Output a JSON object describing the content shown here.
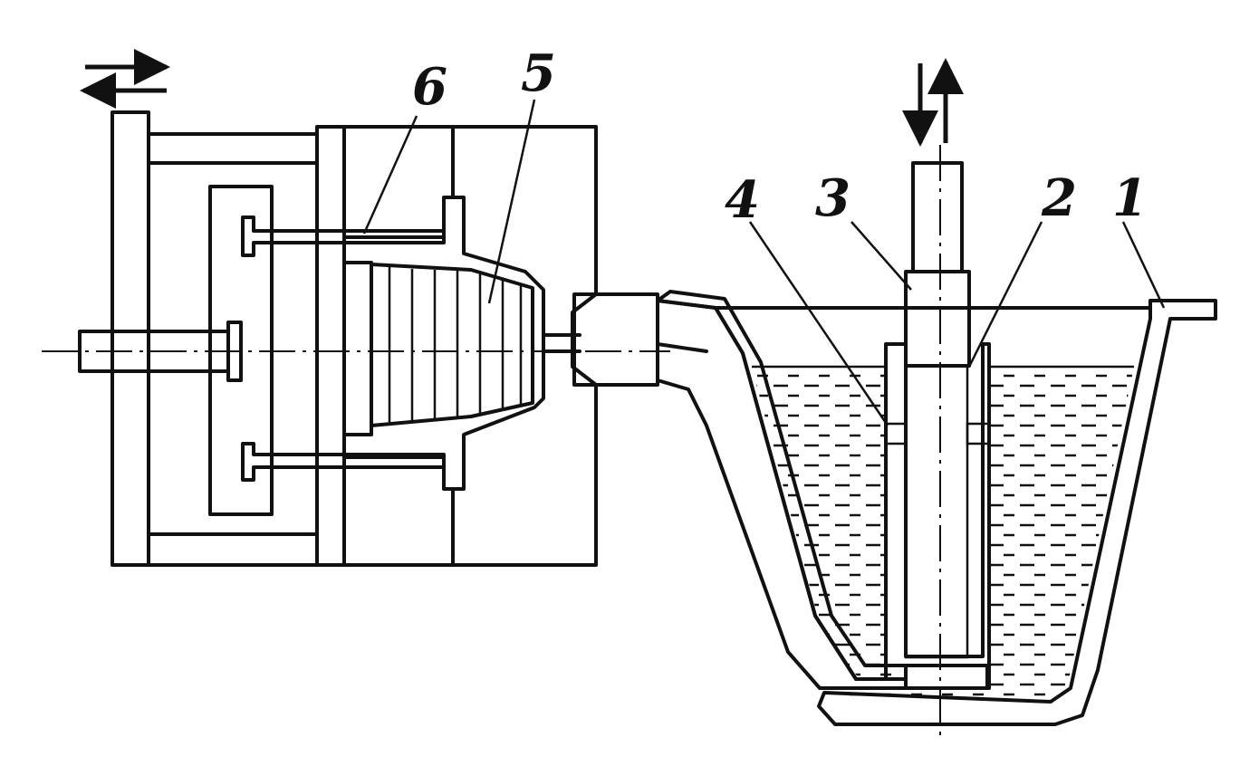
{
  "diagram": {
    "labels": {
      "l1": "1",
      "l2": "2",
      "l3": "3",
      "l4": "4",
      "l5": "5",
      "l6": "6"
    },
    "colors": {
      "ink": "#111111",
      "background": "#ffffff"
    },
    "icons": [
      "double-arrow-horizontal-icon",
      "double-arrow-vertical-icon"
    ]
  }
}
